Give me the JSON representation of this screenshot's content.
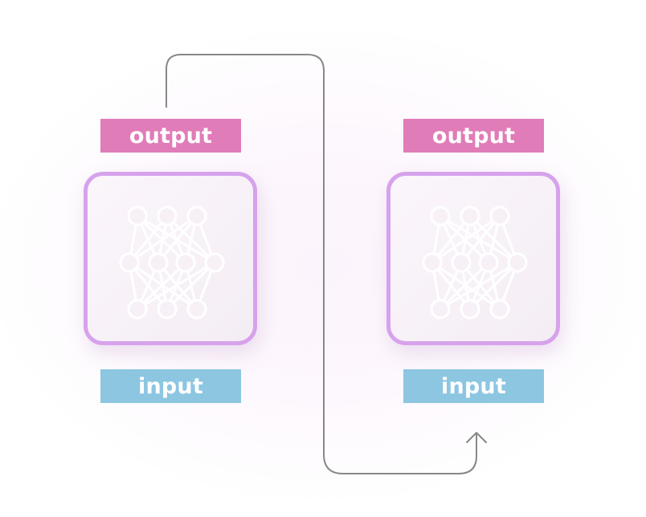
{
  "diagram": {
    "left_model": {
      "output_label": "output",
      "input_label": "input",
      "icon": "neural-network-icon"
    },
    "right_model": {
      "output_label": "output",
      "input_label": "input",
      "icon": "neural-network-icon"
    },
    "connector": {
      "from": "left-output",
      "to": "right-input",
      "icon": "arrow-up-icon"
    }
  },
  "colors": {
    "output_label": "#e07cb8",
    "input_label": "#8cc6e1",
    "box_border": "#d6a2ec",
    "connector": "#888888"
  }
}
